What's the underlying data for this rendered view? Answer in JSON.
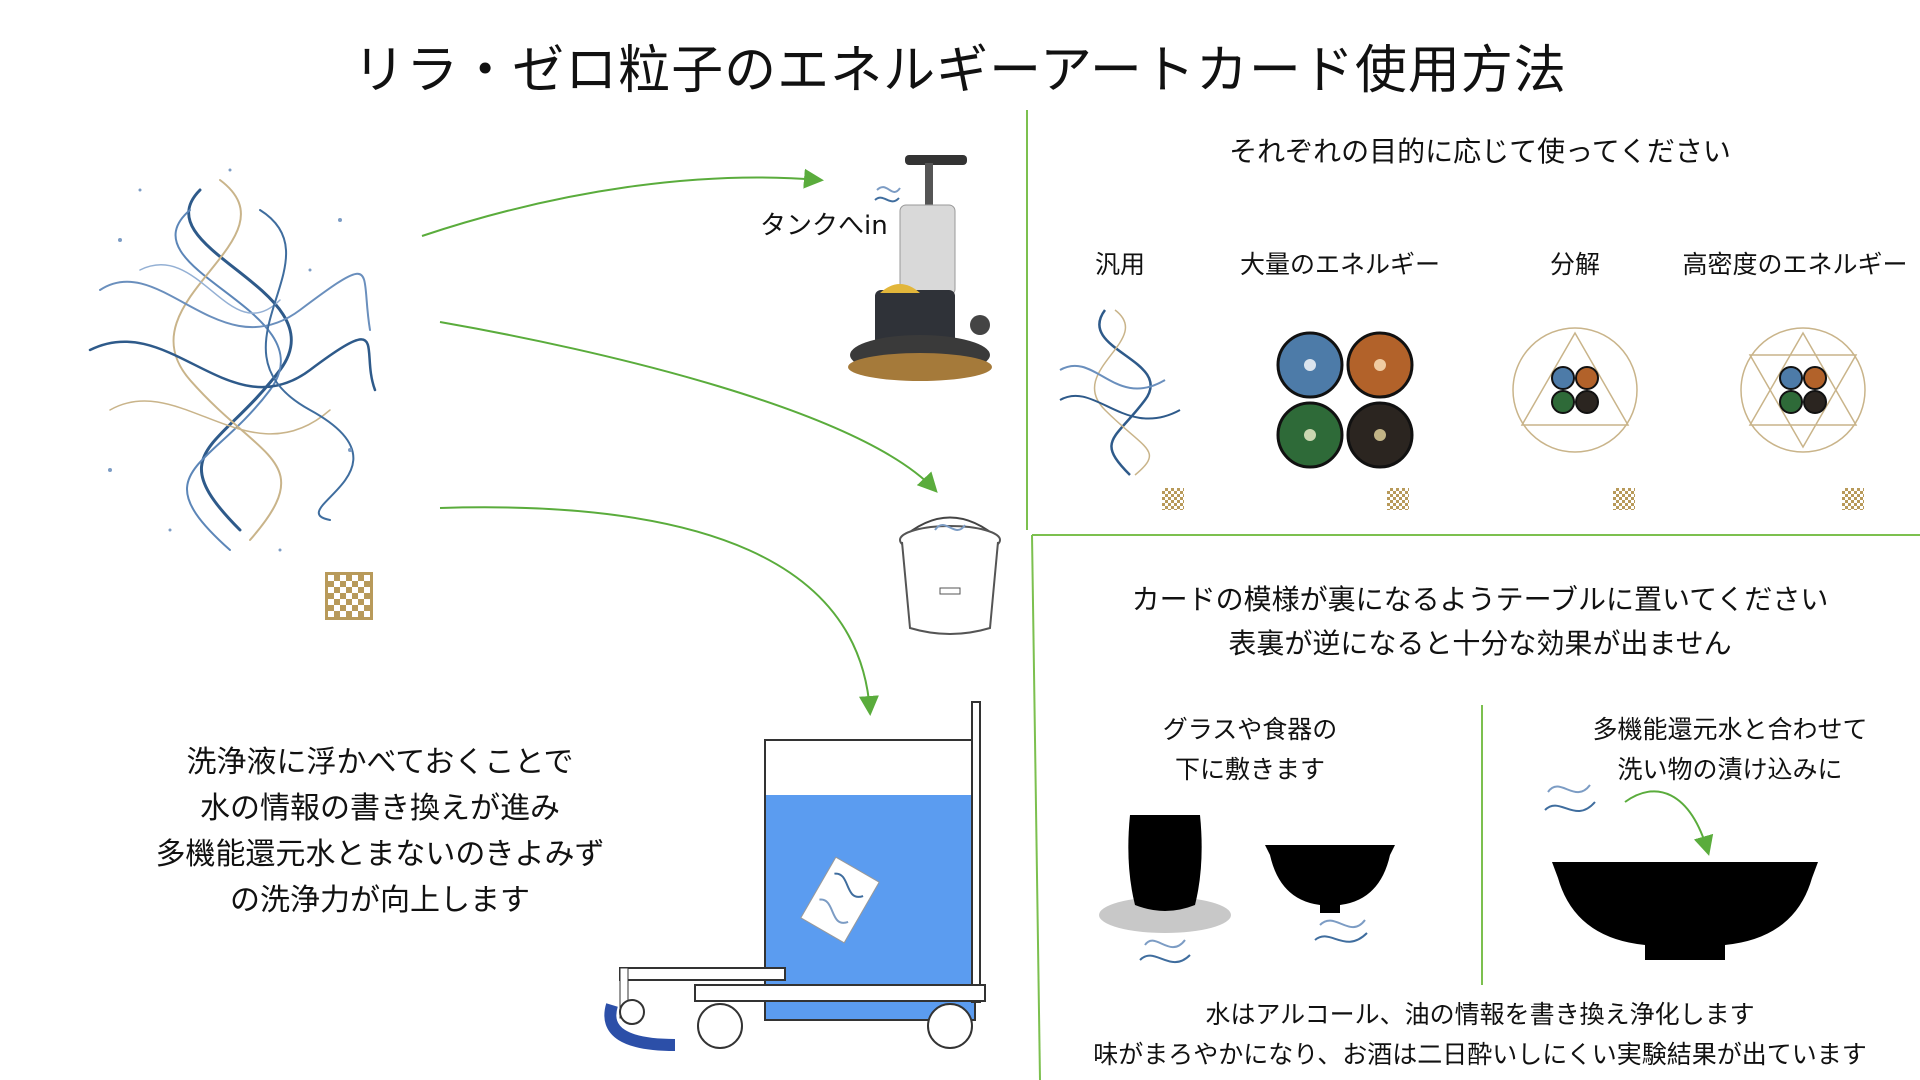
{
  "title": "リラ・ゼロ粒子のエネルギーアートカード使用方法",
  "left": {
    "tank_label": "タンクへin",
    "description": [
      "洗浄液に浮かべておくことで",
      "水の情報の書き換えが進み",
      "多機能還元水とまないのきよみず",
      "の洗浄力が向上します"
    ]
  },
  "right_top": {
    "heading": "それぞれの目的に応じて使ってください",
    "cards": [
      {
        "label": "汎用"
      },
      {
        "label": "大量のエネルギー"
      },
      {
        "label": "分解"
      },
      {
        "label": "高密度のエネルギー"
      }
    ]
  },
  "right_bottom": {
    "heading_lines": [
      "カードの模様が裏になるようテーブルに置いてください",
      "表裏が逆になると十分な効果が出ません"
    ],
    "left_caption": [
      "グラスや食器の",
      "下に敷きます"
    ],
    "right_caption": [
      "多機能還元水と合わせて",
      "洗い物の漬け込みに"
    ],
    "footer": [
      "水はアルコール、油の情報を書き換え浄化します",
      "味がまろやかになり、お酒は二日酔いしにくい実験結果が出ています"
    ]
  },
  "colors": {
    "arrow": "#5aac3c",
    "divider": "#7cc04f",
    "water": "#5b9cf0",
    "orb_blue": "#4d7ba8",
    "orb_copper": "#b2622a",
    "orb_green": "#2e6a38",
    "orb_dark": "#2b2520",
    "gold": "#c9b48a"
  }
}
